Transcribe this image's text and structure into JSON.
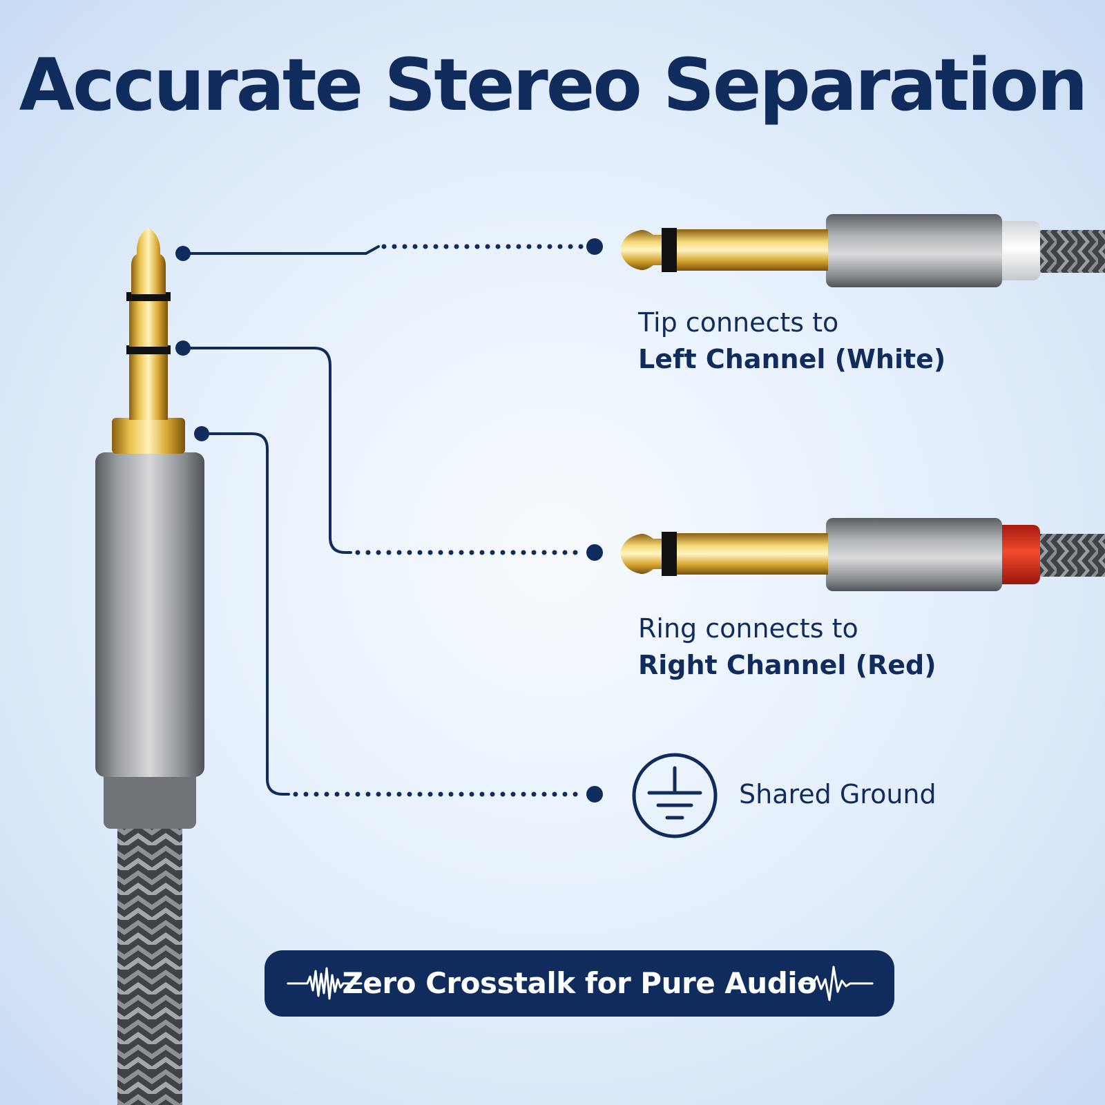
{
  "title": "Accurate Stereo Separation",
  "connections": {
    "tip": {
      "line1": "Tip connects to",
      "line2": "Left Channel (White)"
    },
    "ring": {
      "line1": "Ring connects to",
      "line2": "Right Channel (Red)"
    },
    "ground": {
      "label": "Shared Ground",
      "icon": "ground-icon"
    }
  },
  "banner": {
    "text": "Zero Crosstalk for Pure Audio",
    "icons": [
      "waveform-icon",
      "heartbeat-icon"
    ]
  },
  "colors": {
    "navy": "#0f2c5c",
    "gold": "#e2b53a",
    "left_channel_white": "#ffffff",
    "right_channel_red": "#e0321e",
    "silver": "#8f9296"
  }
}
